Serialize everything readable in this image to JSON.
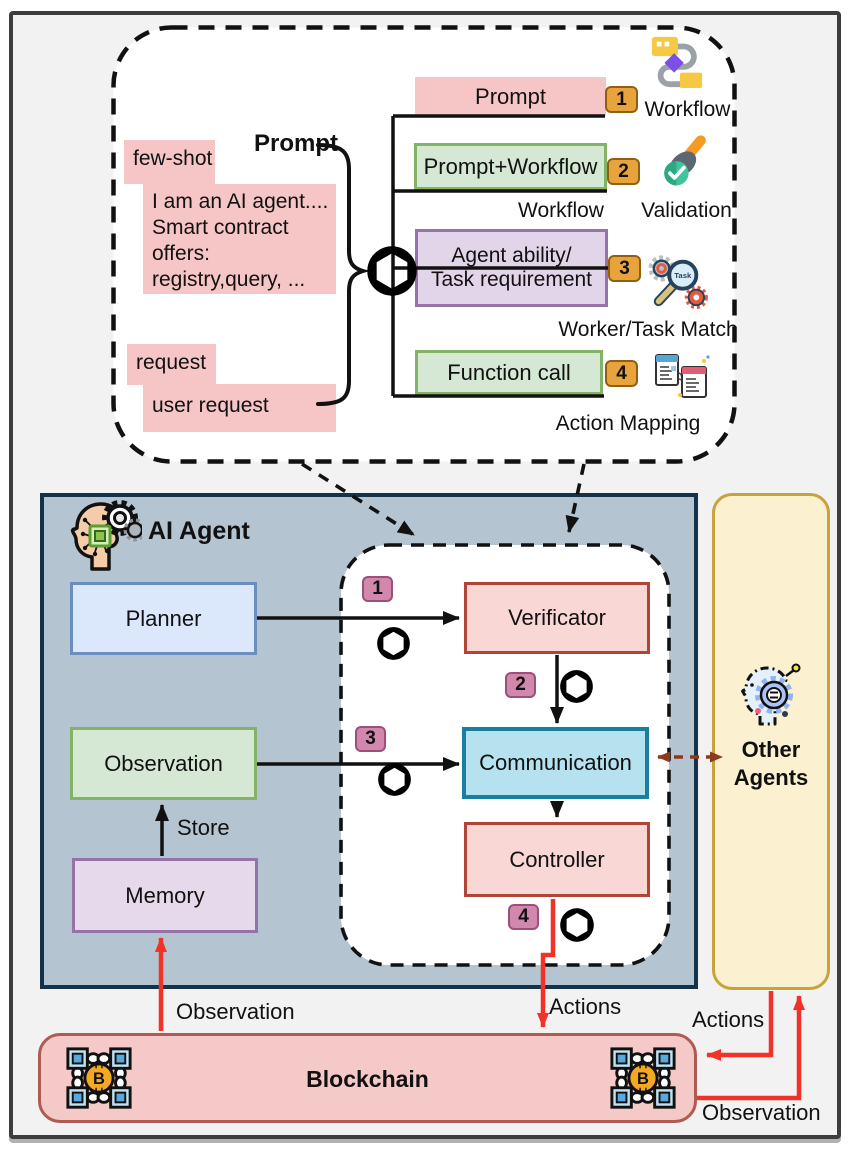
{
  "top_panel": {
    "prompt_label": "Prompt",
    "few_shot": {
      "tag": "few-shot",
      "text": "I am an AI agent....\nSmart contract\noffers:\nregistry,query, ..."
    },
    "request": {
      "tag": "request",
      "text": "user request"
    },
    "rows": [
      {
        "box": "Prompt",
        "badge": "1",
        "caption": "Workflow",
        "icon": "workflow-icon"
      },
      {
        "box": "Prompt+Workflow",
        "badge": "2",
        "side_label": "Workflow",
        "caption": "Validation",
        "icon": "validation-icon"
      },
      {
        "box_line1": "Agent ability/",
        "box_line2": "Task requirement",
        "badge": "3",
        "caption": "Worker/Task Match",
        "icon": "task-match-icon"
      },
      {
        "box": "Function call",
        "badge": "4",
        "caption": "Action Mapping",
        "icon": "action-mapping-icon"
      }
    ]
  },
  "agent_panel": {
    "title": "AI Agent",
    "planner": "Planner",
    "observation": "Observation",
    "memory": "Memory",
    "verificator": "Verificator",
    "communication": "Communication",
    "controller": "Controller",
    "store_label": "Store",
    "badges": [
      "1",
      "2",
      "3",
      "4"
    ]
  },
  "other_agents": {
    "line1": "Other",
    "line2": "Agents"
  },
  "blockchain": {
    "label": "Blockchain"
  },
  "edges": {
    "observation_left": "Observation",
    "actions_middle": "Actions",
    "actions_right": "Actions",
    "observation_right": "Observation"
  },
  "colors": {
    "pink_note": "#f5c6c5",
    "green_fill": "#d5e8d4",
    "green_border": "#82b366",
    "purple_fill": "#e2d5ea",
    "purple_border": "#9673a6",
    "blue_fill": "#dbe8fc",
    "blue_border": "#6c8ebf",
    "red_fill": "#f8d7d4",
    "red_border": "#b04437",
    "cyan_fill": "#b6e1ef",
    "cyan_border": "#1a7f9e",
    "agent_bg": "#b4c5d1",
    "agent_border": "#14334a",
    "other_agents_bg": "#fbf0d0",
    "other_agents_border": "#c7a33b",
    "blockchain_bg": "#f5c9c8",
    "blockchain_border": "#b05a52",
    "orange_badge": "#e8a33c",
    "pink_badge": "#d287ac",
    "arrow_red": "#f03228",
    "arrow_brown": "#8b3a1d"
  }
}
